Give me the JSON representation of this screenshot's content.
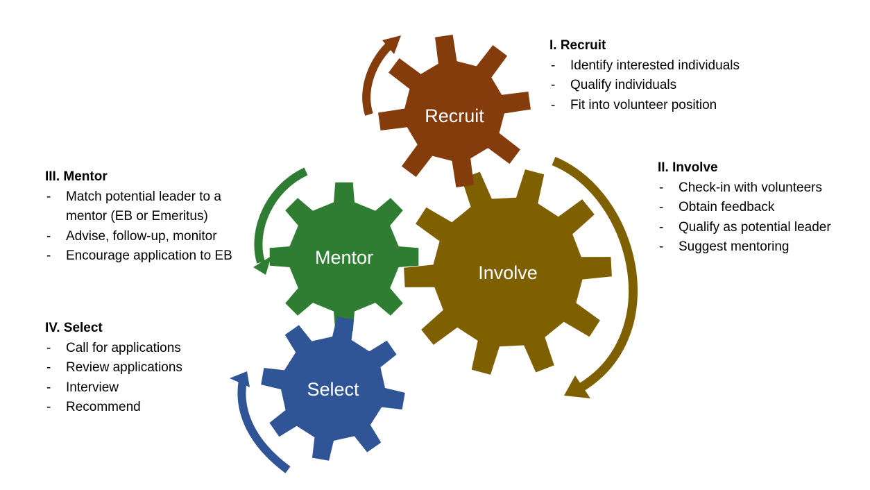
{
  "colors": {
    "recruit": "#843C0C",
    "involve": "#7F6000",
    "mentor": "#2E7D32",
    "select": "#2F5597"
  },
  "gears": {
    "recruit": "Recruit",
    "involve": "Involve",
    "mentor": "Mentor",
    "select": "Select"
  },
  "steps": {
    "recruit": {
      "title": "I. Recruit",
      "items": [
        "Identify interested individuals",
        "Qualify individuals",
        "Fit into volunteer position"
      ]
    },
    "involve": {
      "title": "II. Involve",
      "items": [
        "Check-in with volunteers",
        "Obtain feedback",
        "Qualify as potential leader",
        "Suggest mentoring"
      ]
    },
    "mentor": {
      "title": "III. Mentor",
      "items": [
        "Match potential leader to a mentor (EB or Emeritus)",
        "Advise, follow-up, monitor",
        "Encourage application to EB"
      ]
    },
    "select": {
      "title": "IV. Select",
      "items": [
        "Call for applications",
        "Review applications",
        "Interview",
        "Recommend"
      ]
    }
  }
}
